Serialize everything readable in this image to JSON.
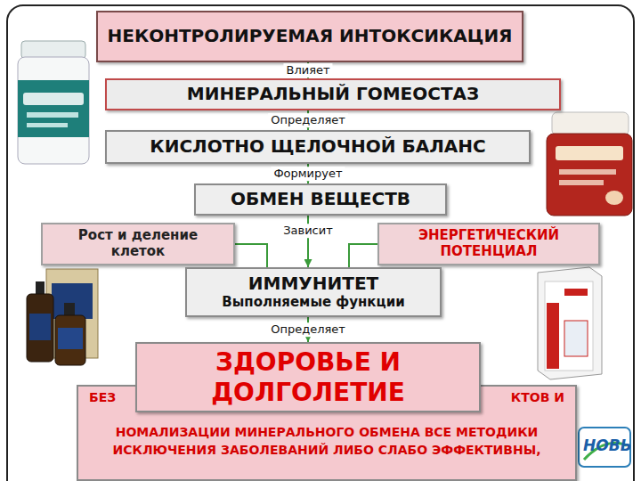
{
  "diagram": {
    "nodes": [
      {
        "text": [
          "НЕКОНТРОЛИРУЕМАЯ ИНТОКСИКАЦИЯ"
        ]
      },
      {
        "text": [
          "МИНЕРАЛЬНЫЙ ГОМЕОСТАЗ"
        ]
      },
      {
        "text": [
          "КИСЛОТНО ЩЕЛОЧНОЙ БАЛАНС"
        ]
      },
      {
        "text": [
          "ОБМЕН ВЕЩЕСТВ"
        ]
      },
      {
        "text": [
          "Рост и деление клеток"
        ]
      },
      {
        "text": [
          "ЭНЕРГЕТИЧЕСКИЙ ПОТЕНЦИАЛ"
        ]
      },
      {
        "text": [
          "ИММУНИТЕТ",
          "Выполняемые функции"
        ]
      },
      {
        "text": [
          "ЗДОРОВЬЕ И ДОЛГОЛЕТИЕ"
        ]
      },
      {
        "text": [
          "БЕЗ",
          "КТОВ И",
          "НОМАЛИЗАЦИИ МИНЕРАЛЬНОГО ОБМЕНА ВСЕ МЕТОДИКИ ИСКЛЮЧЕНИЯ ЗАБОЛЕВАНИЙ ЛИБО СЛАБО ЭФФЕКТИВНЫ,"
        ]
      }
    ],
    "edges": [
      {
        "from": 0,
        "to": 1,
        "label": "Влияет",
        "arrow": "to"
      },
      {
        "from": 1,
        "to": 2,
        "label": "Определяет",
        "arrow": "to"
      },
      {
        "from": 2,
        "to": 3,
        "label": "Формирует",
        "arrow": "to"
      },
      {
        "from": 3,
        "to": 6,
        "label": "Зависит",
        "arrow": "to"
      },
      {
        "from": 4,
        "to": 6,
        "arrow": "none"
      },
      {
        "from": 5,
        "to": 6,
        "arrow": "none"
      },
      {
        "from": 6,
        "to": 7,
        "label": "Определяет",
        "arrow": "to"
      }
    ],
    "labels": [
      "НОВЬ"
    ]
  }
}
